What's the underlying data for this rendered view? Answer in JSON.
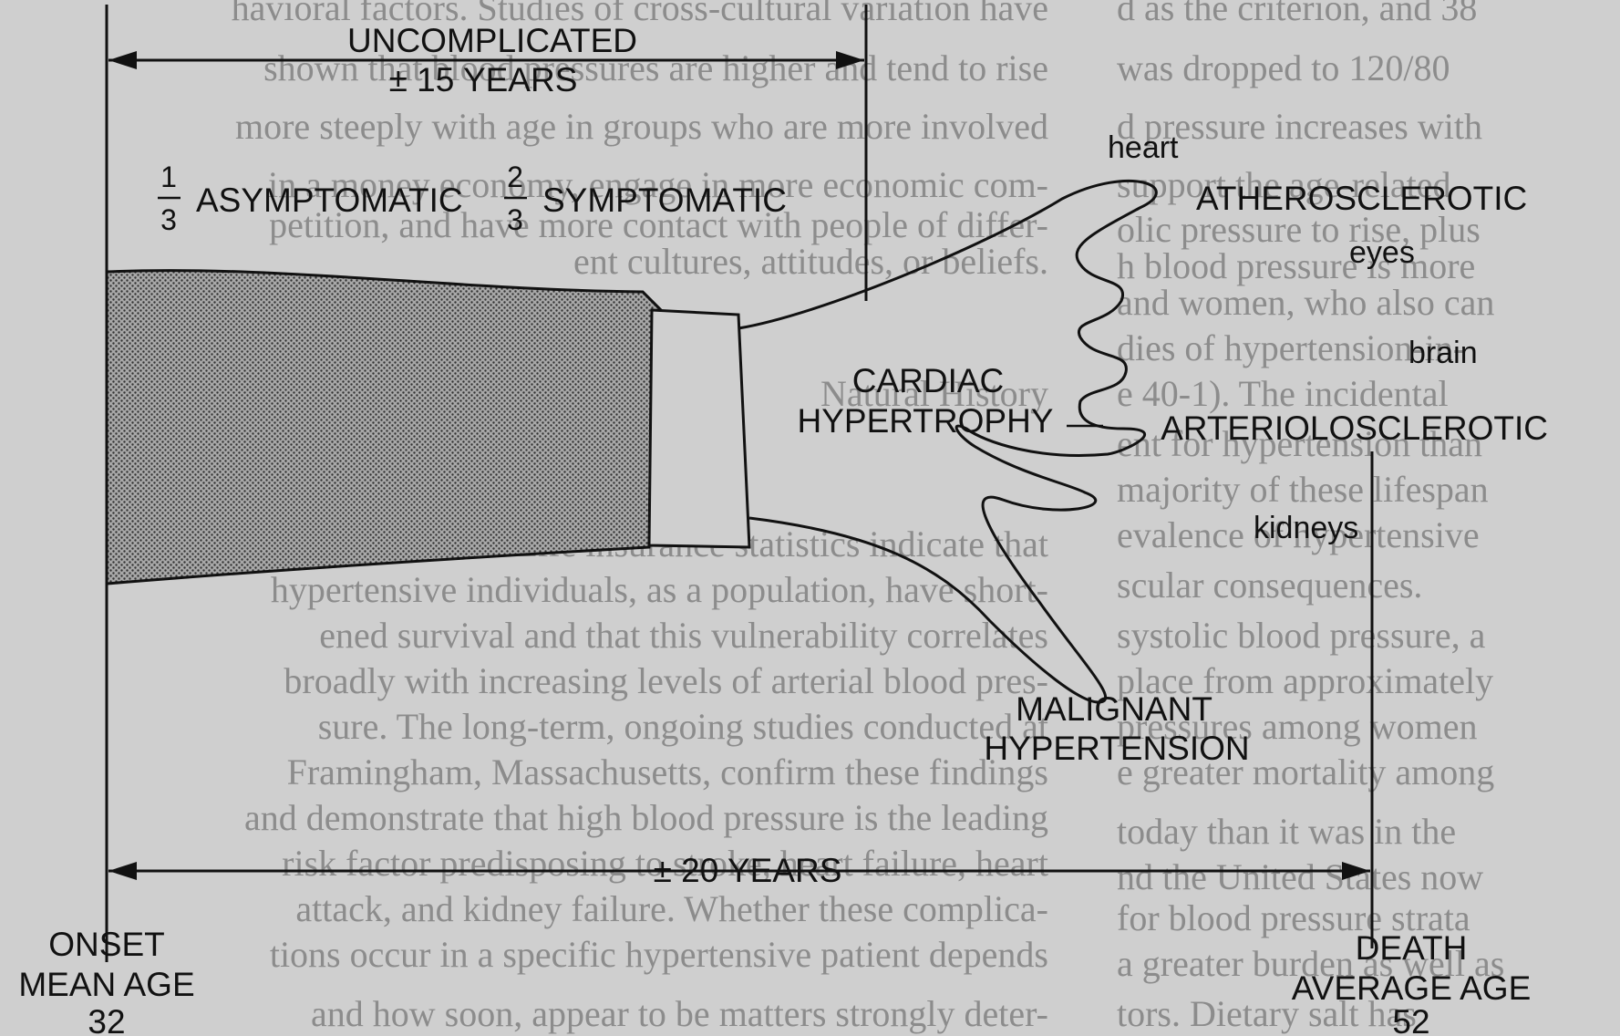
{
  "top_range": {
    "line1": "UNCOMPLICATED",
    "line2": "± 15 YEARS"
  },
  "phases": {
    "asymptomatic_numerator": "1",
    "asymptomatic_denominator": "3",
    "asymptomatic_label": "ASYMPTOMATIC",
    "symptomatic_numerator": "2",
    "symptomatic_denominator": "3",
    "symptomatic_label": "SYMPTOMATIC"
  },
  "center_label": {
    "line1": "CARDIAC",
    "line2": "HYPERTROPHY"
  },
  "organs": {
    "heart": "heart",
    "atherosclerotic": "ATHEROSCLEROTIC",
    "eyes": "eyes",
    "brain": "brain",
    "arteriolosclerotic": "ARTERIOLOSCLEROTIC",
    "kidneys": "kidneys"
  },
  "malignant": {
    "line1": "MALIGNANT",
    "line2": "HYPERTENSION"
  },
  "bottom_range": {
    "label": "± 20 YEARS"
  },
  "onset": {
    "line1": "ONSET",
    "line2": "MEAN AGE",
    "age": "32"
  },
  "death": {
    "line1": "DEATH",
    "line2": "AVERAGE AGE",
    "age": "52"
  },
  "colors": {
    "ink": "#111111",
    "paper": "#cfcfcf",
    "bleed_text": "#8c8c8c",
    "shading": "#9a9a9a"
  },
  "background_text": [
    "havioral factors. Studies of cross-cultural variation have",
    "shown that blood pressures are higher and tend to rise",
    "more steeply with age in groups who are more involved",
    "in a money economy, engage in more economic com-",
    "petition, and have more contact with people of differ-",
    "ent cultures, attitudes, or beliefs.",
    "Natural History",
    "Life insurance statistics indicate that",
    "hypertensive individuals, as a population, have short-",
    "ened survival and that this vulnerability correlates",
    "broadly with increasing levels of arterial blood pres-",
    "sure. The long-term, ongoing studies conducted at",
    "Framingham, Massachusetts, confirm these findings",
    "and demonstrate that high blood pressure is the leading",
    "risk factor predisposing to stroke, heart failure, heart",
    "attack, and kidney failure. Whether these complica-",
    "tions occur in a specific hypertensive patient depends",
    "and how soon, appear to be matters strongly deter-",
    "d as the criterion, and 38",
    "was dropped to 120/80",
    "d pressure increases with",
    "support the age-related",
    "olic pressure to rise, plus",
    "h blood pressure is more",
    "and women, who also can",
    "dies of hypertension-in-",
    "e 40-1). The incidental",
    "ent for hypertension than",
    "majority of these lifespan",
    "evalence of hypertensive",
    "scular consequences.",
    "systolic blood pressure, a",
    "place from approximately",
    "pressures among women",
    "e greater mortality among",
    "today than it was in the",
    "nd the United States now",
    "for blood pressure strata",
    "a greater burden as well as",
    "tors. Dietary salt has"
  ]
}
